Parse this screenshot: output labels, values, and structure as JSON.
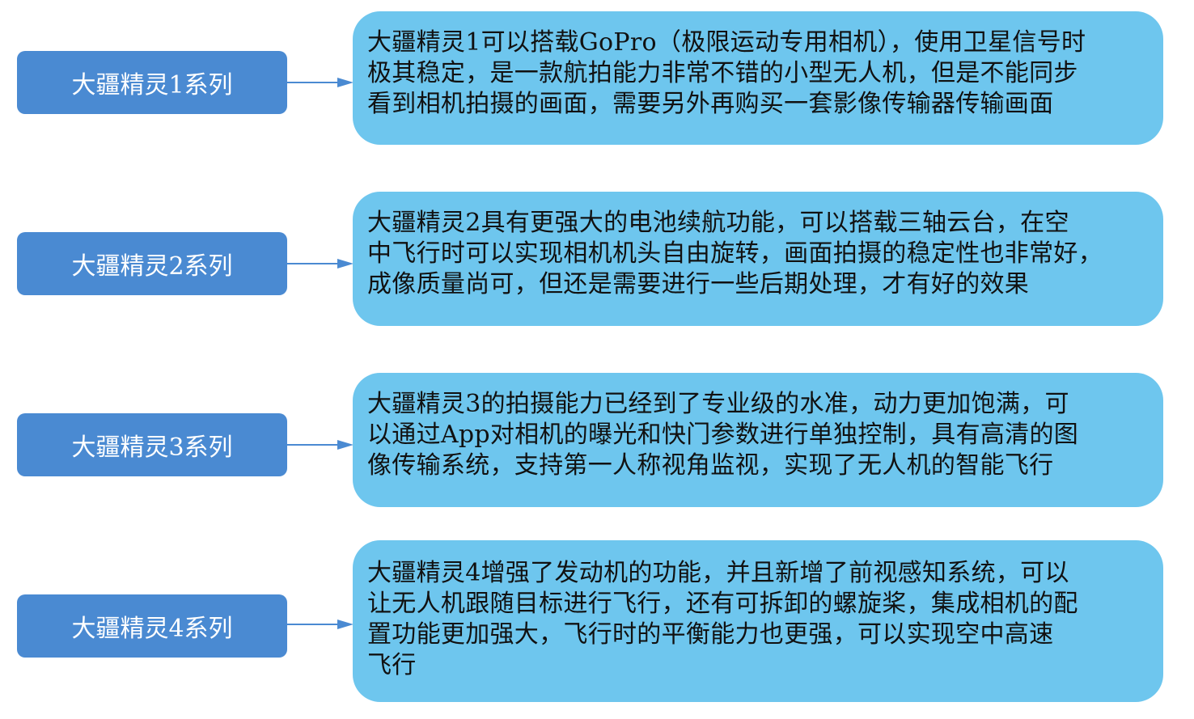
{
  "diagram": {
    "colors": {
      "label_fill": "#4a8ad2",
      "desc_fill": "#6ec6ee",
      "arrow": "#4a8ad2",
      "label_text": "#ffffff",
      "desc_text": "#111111"
    },
    "items": [
      {
        "label": "大疆精灵1系列",
        "description": "大疆精灵1可以搭载GoPro（极限运动专用相机），使用卫星信号时\n极其稳定，是一款航拍能力非常不错的小型无人机，但是不能同步\n看到相机拍摄的画面，需要另外再购买一套影像传输器传输画面"
      },
      {
        "label": "大疆精灵2系列",
        "description": "大疆精灵2具有更强大的电池续航功能，可以搭载三轴云台，在空\n中飞行时可以实现相机机头自由旋转，画面拍摄的稳定性也非常好，\n成像质量尚可，但还是需要进行一些后期处理，才有好的效果"
      },
      {
        "label": "大疆精灵3系列",
        "description": "大疆精灵3的拍摄能力已经到了专业级的水准，动力更加饱满，可\n以通过App对相机的曝光和快门参数进行单独控制，具有高清的图\n像传输系统，支持第一人称视角监视，实现了无人机的智能飞行"
      },
      {
        "label": "大疆精灵4系列",
        "description": "大疆精灵4增强了发动机的功能，并且新增了前视感知系统，可以\n让无人机跟随目标进行飞行，还有可拆卸的螺旋桨，集成相机的配\n置功能更加强大，飞行时的平衡能力也更强，可以实现空中高速\n飞行"
      }
    ]
  }
}
